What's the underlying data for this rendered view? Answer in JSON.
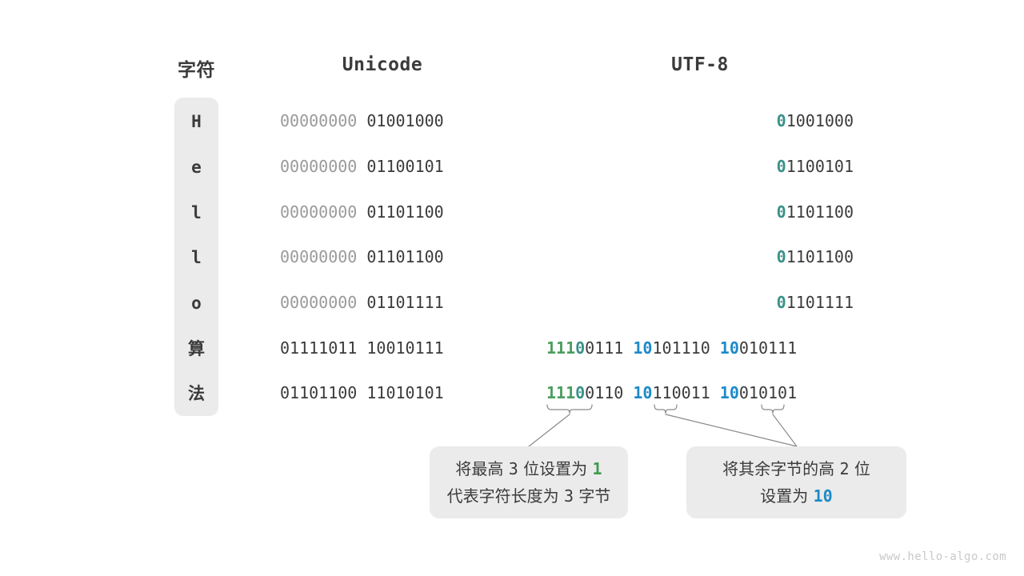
{
  "headers": {
    "char": "字符",
    "unicode": "Unicode",
    "utf8": "UTF-8"
  },
  "rows": [
    {
      "char": "H",
      "unicode_high": "00000000",
      "unicode_low": "01001000",
      "utf8_type": "ascii",
      "utf8_lead": "0",
      "utf8_rest": "1001000"
    },
    {
      "char": "e",
      "unicode_high": "00000000",
      "unicode_low": "01100101",
      "utf8_type": "ascii",
      "utf8_lead": "0",
      "utf8_rest": "1100101"
    },
    {
      "char": "l",
      "unicode_high": "00000000",
      "unicode_low": "01101100",
      "utf8_type": "ascii",
      "utf8_lead": "0",
      "utf8_rest": "1101100"
    },
    {
      "char": "l",
      "unicode_high": "00000000",
      "unicode_low": "01101100",
      "utf8_type": "ascii",
      "utf8_lead": "0",
      "utf8_rest": "1101100"
    },
    {
      "char": "o",
      "unicode_high": "00000000",
      "unicode_low": "01101111",
      "utf8_type": "ascii",
      "utf8_lead": "0",
      "utf8_rest": "1101111"
    },
    {
      "char": "算",
      "unicode_high": "01111011",
      "unicode_low": "10010111",
      "utf8_type": "multi",
      "b1_prefix": "111",
      "b1_zero": "0",
      "b1_rest": "0111",
      "b2_prefix": "10",
      "b2_rest": "101110",
      "b3_prefix": "10",
      "b3_rest": "010111"
    },
    {
      "char": "法",
      "unicode_high": "01101100",
      "unicode_low": "11010101",
      "utf8_type": "multi",
      "b1_prefix": "111",
      "b1_zero": "0",
      "b1_rest": "0110",
      "b2_prefix": "10",
      "b2_rest": "110011",
      "b3_prefix": "10",
      "b3_rest": "010101"
    }
  ],
  "callouts": [
    {
      "line1_a": "将最高",
      "line1_n": "3",
      "line1_b": "位设置为",
      "line1_hl": "1",
      "line2_a": "代表字符长度为",
      "line2_n": "3",
      "line2_b": "字节"
    },
    {
      "line1_a": "将其余字节的高",
      "line1_n": "2",
      "line1_b": "位",
      "line2_a": "设置为",
      "line2_hl": "10"
    }
  ],
  "watermark": "www.hello-algo.com",
  "colors": {
    "green": "#4a9d5f",
    "teal": "#3a9188",
    "blue": "#1d8ac9",
    "dark": "#3b3b3b",
    "dim": "#9a9a9a",
    "pill_bg": "#ebebeb"
  }
}
